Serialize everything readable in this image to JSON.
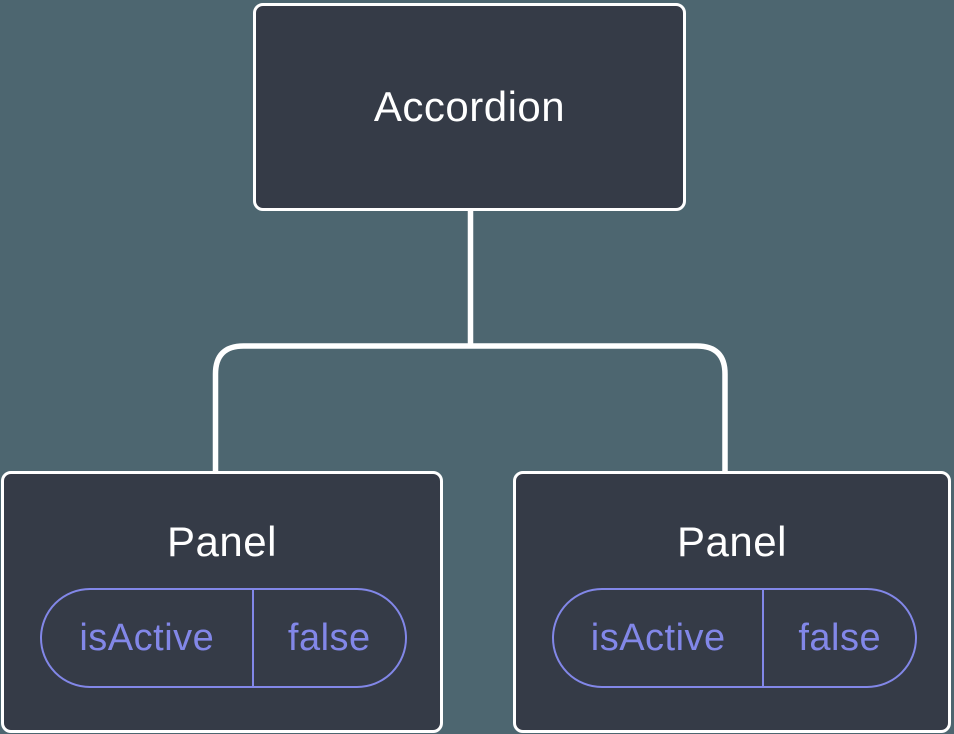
{
  "diagram": {
    "kind": "component-tree",
    "root_label": "Accordion",
    "panels": [
      {
        "title": "Panel",
        "state": {
          "key": "isActive",
          "value": "false"
        }
      },
      {
        "title": "Panel",
        "state": {
          "key": "isActive",
          "value": "false"
        }
      }
    ],
    "colors": {
      "background": "#4D6670",
      "node_fill": "#353B47",
      "node_border": "#FFFFFF",
      "node_text": "#FFFFFF",
      "state_accent": "#8287E8",
      "connector": "#FFFFFF"
    }
  }
}
